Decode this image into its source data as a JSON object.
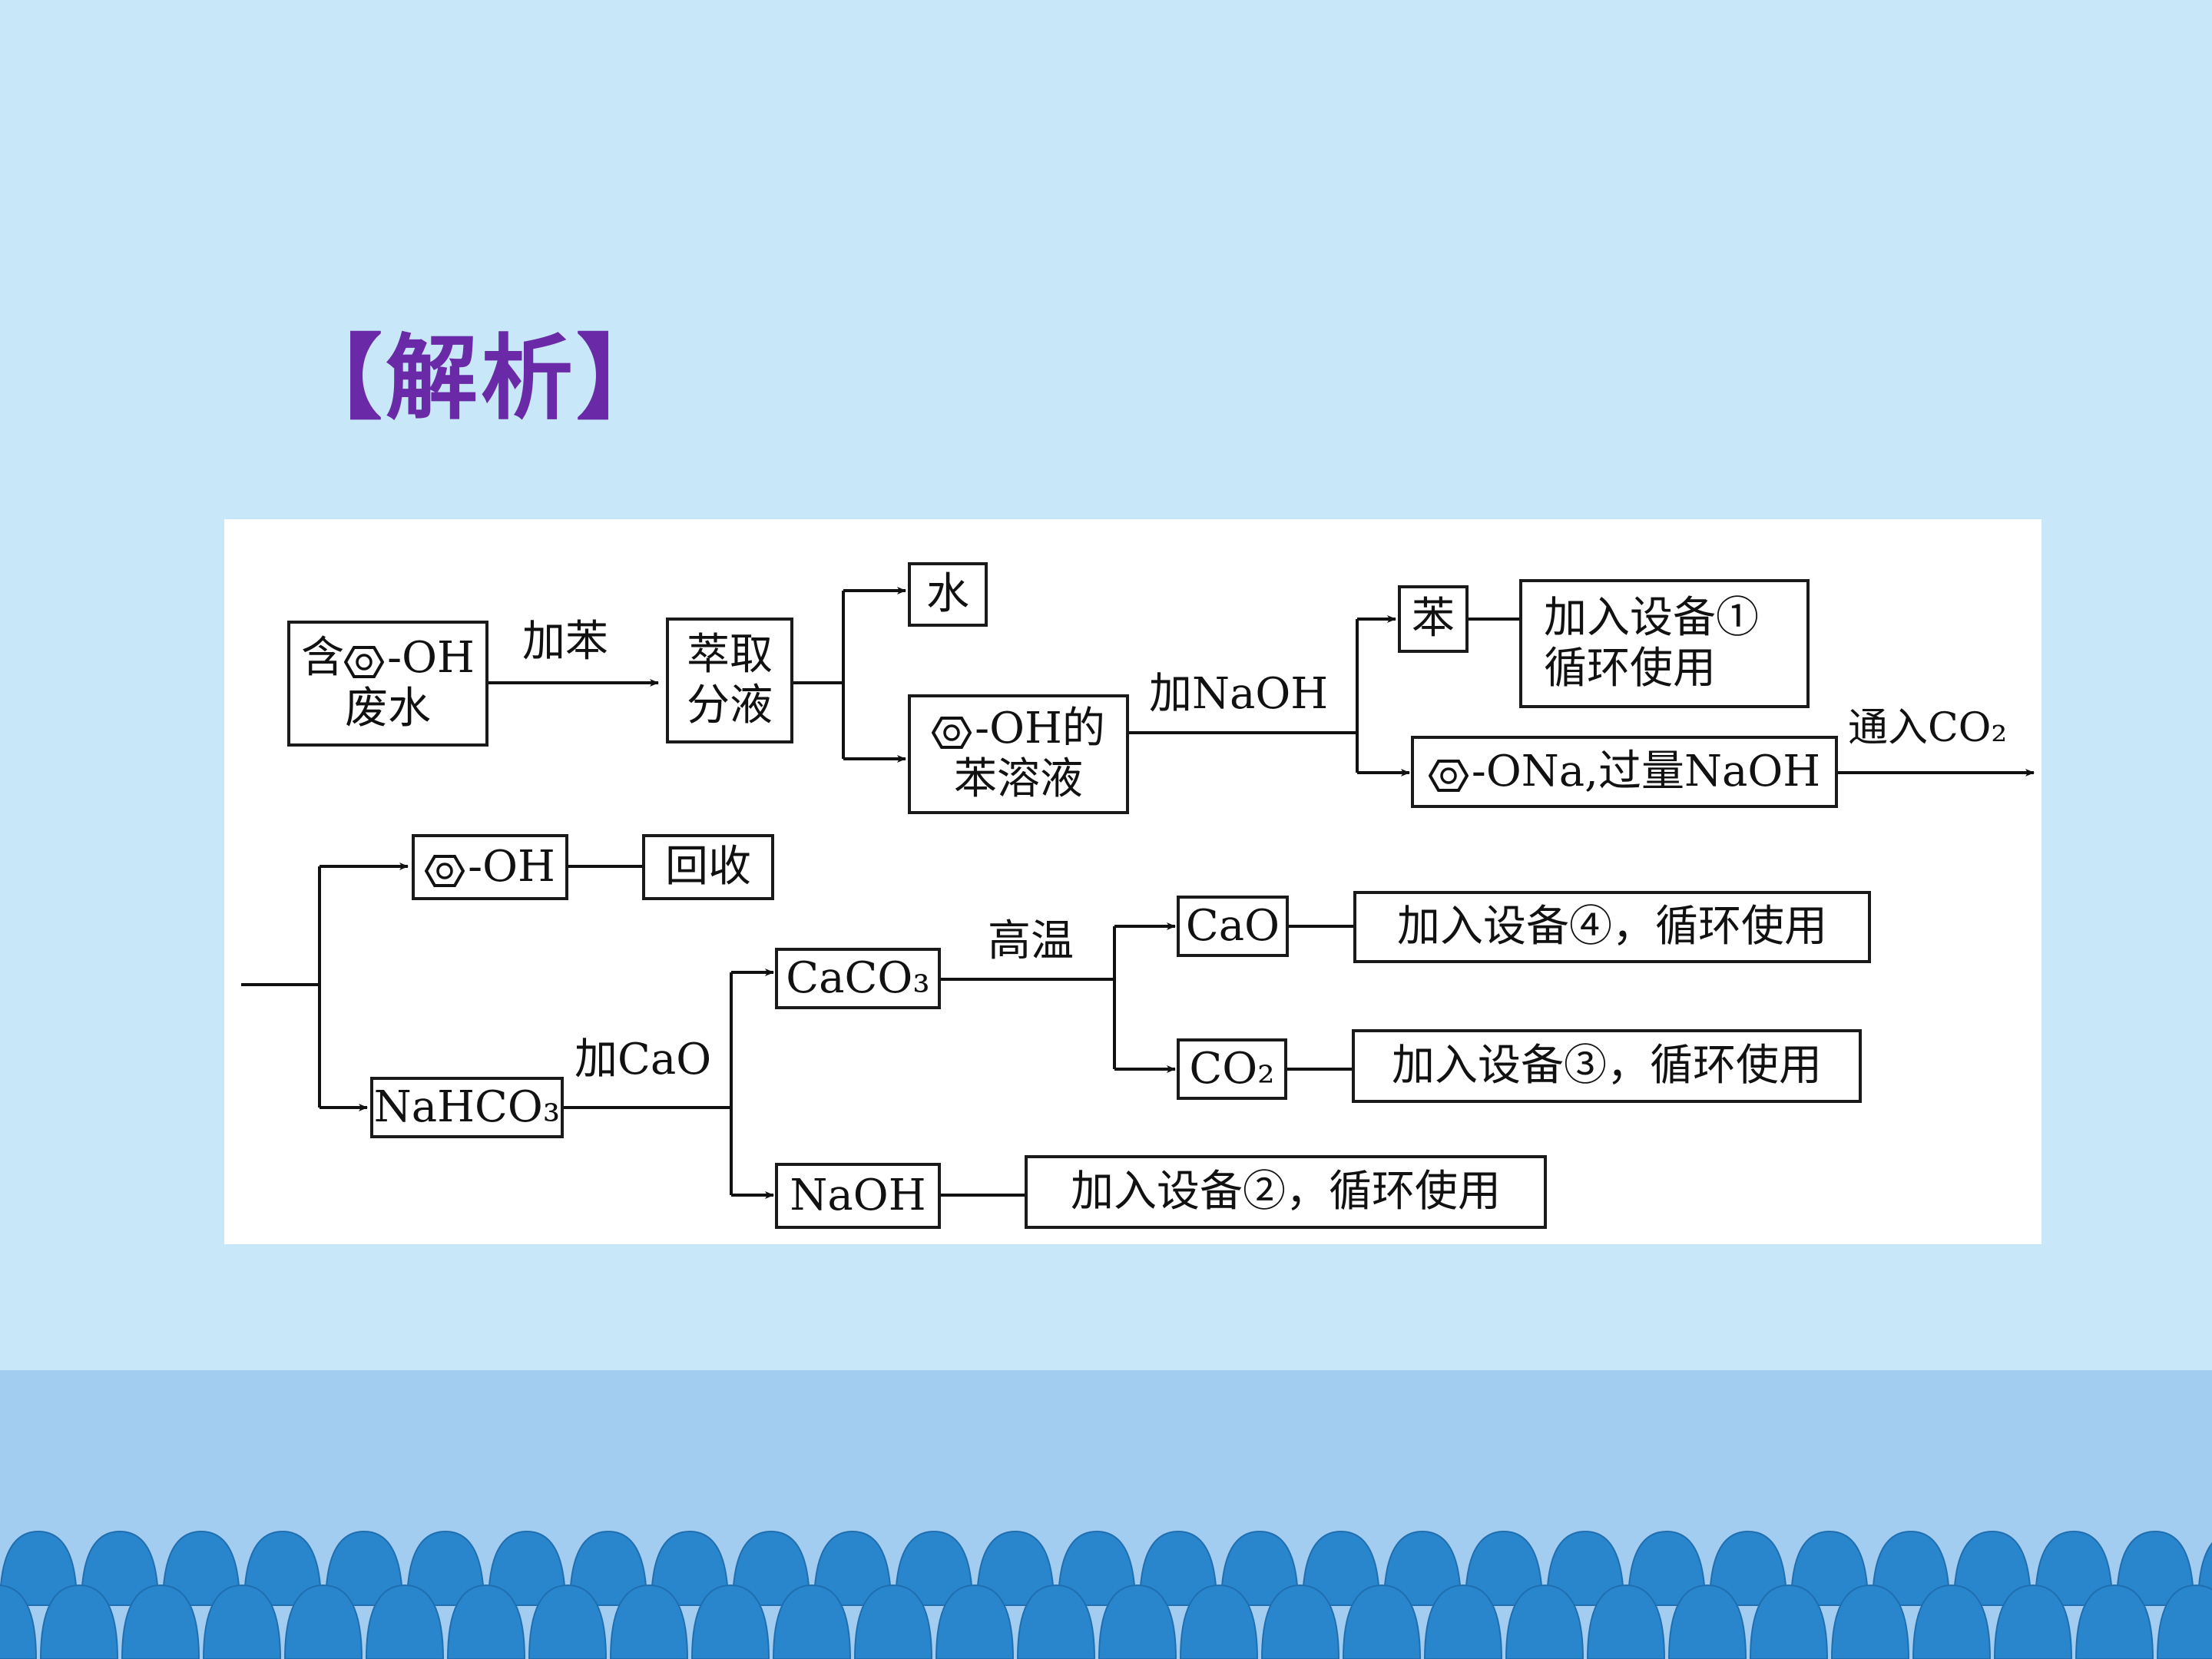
{
  "slide": {
    "title": "【解析】",
    "background_color": "#c8e8fa",
    "title_color": "#6a2aa8",
    "band_color": "#a3cdf0",
    "wave_color": "#2a86cc"
  },
  "diagram": {
    "nodes": {
      "wastewater": {
        "prefix": "含",
        "suffix": "OH",
        "line2": "废水",
        "icon": "benzene-ring-icon"
      },
      "extract": {
        "line1": "萃取",
        "line2": "分液"
      },
      "water": {
        "text": "水"
      },
      "phenol_benzene": {
        "suffix": "OH的",
        "line2": "苯溶液",
        "icon": "benzene-ring-icon"
      },
      "benzene": {
        "text": "苯"
      },
      "device1": {
        "line1": "加入设备①",
        "line2": "循环使用"
      },
      "sodium_phenoxide": {
        "suffix": "ONa,过量NaOH",
        "icon": "benzene-ring-icon"
      },
      "phenol": {
        "suffix": "OH",
        "icon": "benzene-ring-icon"
      },
      "recover": {
        "text": "回收"
      },
      "nahco3": {
        "text": "NaHCO₃"
      },
      "caco3": {
        "text": "CaCO₃"
      },
      "cao": {
        "text": "CaO"
      },
      "device4": {
        "text": "加入设备④，循环使用"
      },
      "co2": {
        "text": "CO₂"
      },
      "device3": {
        "text": "加入设备③，循环使用"
      },
      "naoh": {
        "text": "NaOH"
      },
      "device2": {
        "text": "加入设备②，循环使用"
      }
    },
    "edge_labels": {
      "add_benzene": "加苯",
      "add_naoh": "加NaOH",
      "pass_co2": "通入CO₂",
      "add_cao": "加CaO",
      "high_temp": "高温"
    }
  }
}
